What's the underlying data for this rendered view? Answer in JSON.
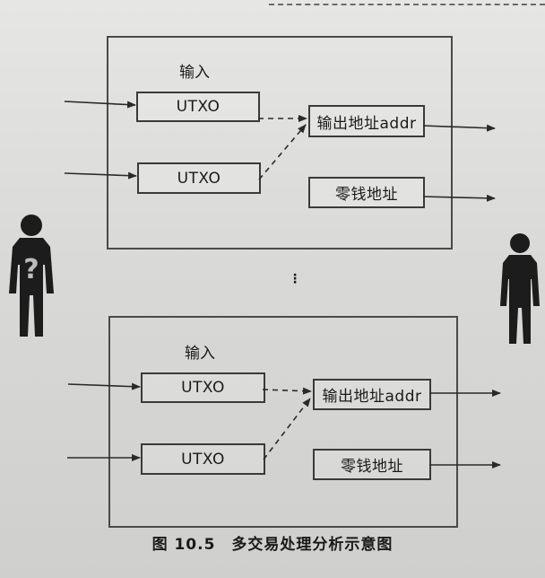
{
  "diagram": {
    "top": {
      "input_label": "输入",
      "inputs": [
        "UTXO",
        "UTXO"
      ],
      "outputs": [
        "输出地址addr",
        "零钱地址"
      ]
    },
    "separator": "⋮",
    "bottom": {
      "input_label": "输入",
      "inputs": [
        "UTXO",
        "UTXO"
      ],
      "outputs": [
        "输出地址addr",
        "零钱地址"
      ]
    },
    "caption": "图 10.5　多交易处理分析示意图"
  },
  "colors": {
    "line": "#2a2a2a",
    "figure": "#1c1c1c",
    "question": "#bdbdbd"
  }
}
